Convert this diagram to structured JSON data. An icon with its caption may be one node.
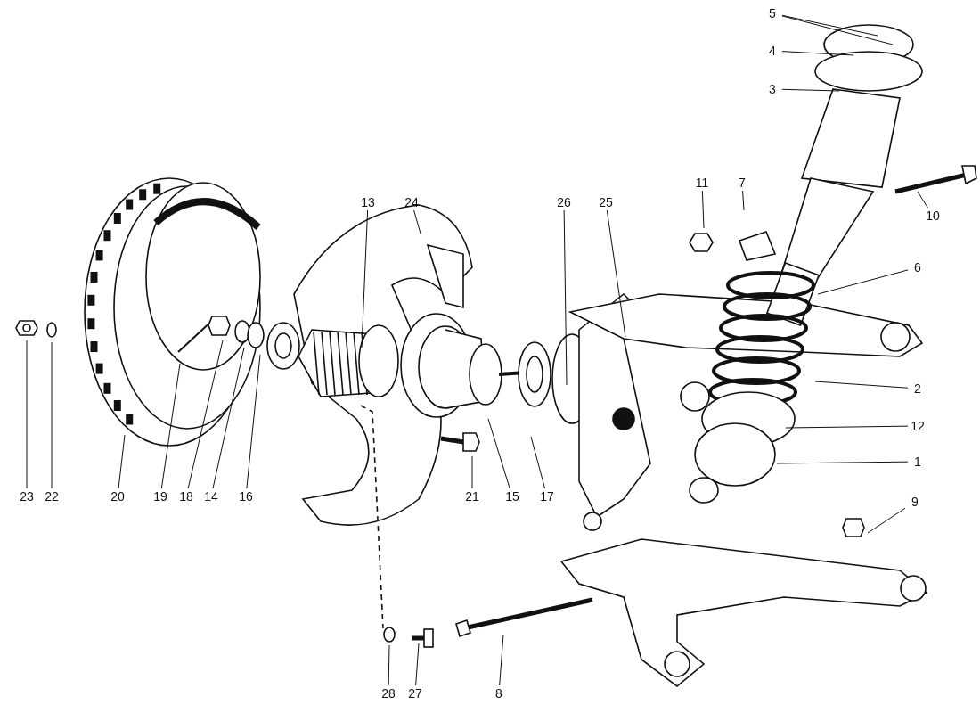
{
  "diagram": {
    "nodes": [
      {
        "text": [
          "5"
        ]
      },
      {
        "text": [
          "4"
        ]
      },
      {
        "text": [
          "3"
        ]
      },
      {
        "text": [
          "13"
        ]
      },
      {
        "text": [
          "24"
        ]
      },
      {
        "text": [
          "26"
        ]
      },
      {
        "text": [
          "25"
        ]
      },
      {
        "text": [
          "11"
        ]
      },
      {
        "text": [
          "7"
        ]
      },
      {
        "text": [
          "10"
        ]
      },
      {
        "text": [
          "6"
        ]
      },
      {
        "text": [
          "2"
        ]
      },
      {
        "text": [
          "12"
        ]
      },
      {
        "text": [
          "1"
        ]
      },
      {
        "text": [
          "23"
        ]
      },
      {
        "text": [
          "22"
        ]
      },
      {
        "text": [
          "20"
        ]
      },
      {
        "text": [
          "19"
        ]
      },
      {
        "text": [
          "18"
        ]
      },
      {
        "text": [
          "14"
        ]
      },
      {
        "text": [
          "16"
        ]
      },
      {
        "text": [
          "21"
        ]
      },
      {
        "text": [
          "15"
        ]
      },
      {
        "text": [
          "17"
        ]
      },
      {
        "text": [
          "9"
        ]
      },
      {
        "text": [
          "28"
        ]
      },
      {
        "text": [
          "27"
        ]
      },
      {
        "text": [
          "8"
        ]
      }
    ],
    "edges": [
      {
        "from": 0,
        "to": null,
        "arrow": "none"
      },
      {
        "from": 0,
        "to": null,
        "arrow": "none"
      },
      {
        "from": 1,
        "to": null,
        "arrow": "none"
      },
      {
        "from": 2,
        "to": null,
        "arrow": "none"
      },
      {
        "from": 3,
        "to": null,
        "arrow": "none"
      },
      {
        "from": 4,
        "to": null,
        "arrow": "none"
      },
      {
        "from": 5,
        "to": null,
        "arrow": "none"
      },
      {
        "from": 6,
        "to": null,
        "arrow": "none"
      },
      {
        "from": 7,
        "to": null,
        "arrow": "none"
      },
      {
        "from": 8,
        "to": null,
        "arrow": "none"
      },
      {
        "from": 9,
        "to": null,
        "arrow": "none"
      },
      {
        "from": 10,
        "to": null,
        "arrow": "none"
      },
      {
        "from": 11,
        "to": null,
        "arrow": "none"
      },
      {
        "from": 12,
        "to": null,
        "arrow": "none"
      },
      {
        "from": 13,
        "to": null,
        "arrow": "none"
      },
      {
        "from": 14,
        "to": null,
        "arrow": "none"
      },
      {
        "from": 15,
        "to": null,
        "arrow": "none"
      },
      {
        "from": 16,
        "to": null,
        "arrow": "none"
      },
      {
        "from": 17,
        "to": null,
        "arrow": "none"
      },
      {
        "from": 18,
        "to": null,
        "arrow": "none"
      },
      {
        "from": 19,
        "to": null,
        "arrow": "none"
      },
      {
        "from": 20,
        "to": null,
        "arrow": "none"
      },
      {
        "from": 21,
        "to": null,
        "arrow": "none"
      },
      {
        "from": 22,
        "to": null,
        "arrow": "none"
      },
      {
        "from": 23,
        "to": null,
        "arrow": "none"
      },
      {
        "from": 24,
        "to": null,
        "arrow": "none"
      },
      {
        "from": 25,
        "to": null,
        "arrow": "none"
      },
      {
        "from": 26,
        "to": null,
        "arrow": "none"
      },
      {
        "from": 27,
        "to": null,
        "arrow": "none"
      }
    ]
  }
}
